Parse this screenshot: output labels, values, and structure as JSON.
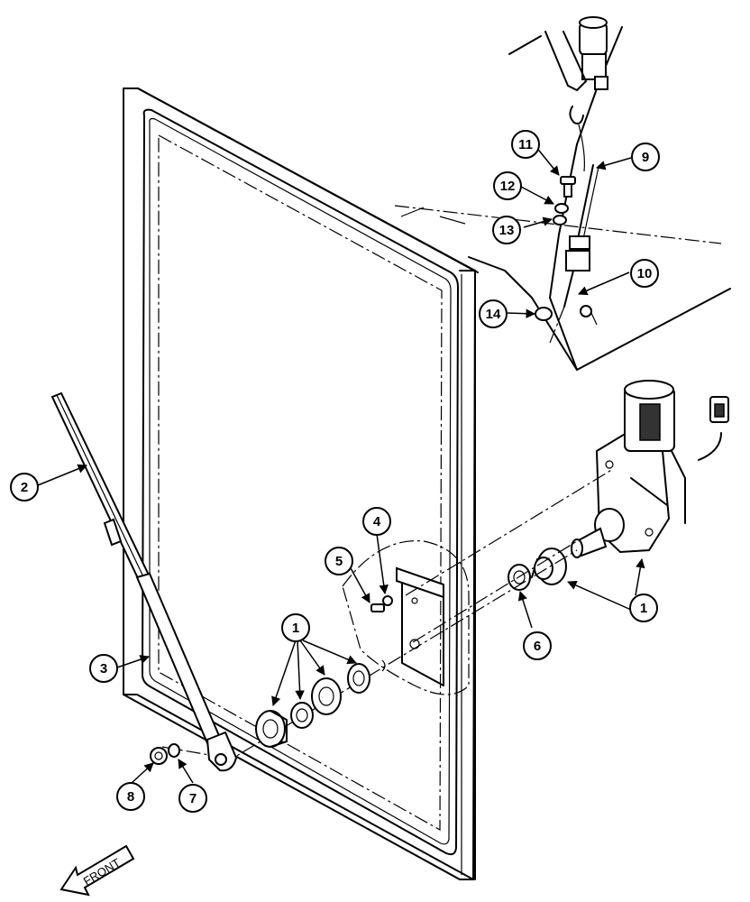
{
  "diagram": {
    "callouts": [
      {
        "id": "c1a",
        "label": "1"
      },
      {
        "id": "c1b",
        "label": "1"
      },
      {
        "id": "c2",
        "label": "2"
      },
      {
        "id": "c3",
        "label": "3"
      },
      {
        "id": "c4",
        "label": "4"
      },
      {
        "id": "c5",
        "label": "5"
      },
      {
        "id": "c6",
        "label": "6"
      },
      {
        "id": "c7",
        "label": "7"
      },
      {
        "id": "c8",
        "label": "8"
      },
      {
        "id": "c9",
        "label": "9"
      },
      {
        "id": "c10",
        "label": "10"
      },
      {
        "id": "c11",
        "label": "11"
      },
      {
        "id": "c12",
        "label": "12"
      },
      {
        "id": "c13",
        "label": "13"
      },
      {
        "id": "c14",
        "label": "14"
      }
    ],
    "front_label": "FRONT"
  }
}
